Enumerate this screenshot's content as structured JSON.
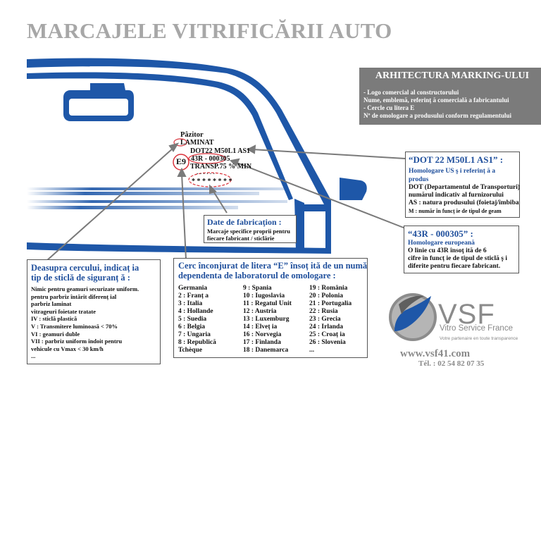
{
  "title": "MARCAJELE VITRIFICĂRII AUTO",
  "stamp": {
    "brand": "Pâzitor",
    "type": "LAMINAT",
    "dot_line": "DOT22 M50L1 AS1",
    "e_mark": "E9",
    "homolog": "43R - 000305",
    "transp": "TRANSP.75 % MIN",
    "dots_line": "· · · · · ·",
    "stars": "* * * * * * * *"
  },
  "architecture": {
    "title": "ARHITECTURA MARKING-ULUI",
    "items": [
      "- Logo comercial al constructorului",
      "Nume, emblemă, referinț ă comercială a fabricantului",
      "- Cercle cu litera E",
      "Nº de omologare a produsului conform regulamentului"
    ]
  },
  "dot_box": {
    "heading": "“DOT 22 M50L1 AS1” :",
    "sub1": "Homologare US ş i referinț ă a",
    "sub2": "produs",
    "lines": [
      "DOT (Departamentul de Transporturi) +",
      "numărul indicativ al furnizorului",
      "AS : natura produsului (foietaj/îmbibat)",
      "M : număr în funcț ie de tipul de geam"
    ]
  },
  "homolog_box": {
    "heading": "“43R - 000305” :",
    "sub": "Homologare europeană",
    "lines": [
      "O linie cu 43R însoţ ită de 6",
      "cifre în funcț ie de tipul de sticlă ş i",
      "diferite pentru fiecare fabricant."
    ]
  },
  "date_box": {
    "heading": "Date de fabricaţion :",
    "lines": [
      "Marcaje specifice proprii pentru",
      "fiecare fabricant / sticlărie"
    ]
  },
  "above_box": {
    "heading1": "Deasupra cercului, indicaț ia",
    "heading2": "tip de sticlă de siguranț ă :",
    "lines": [
      "Nimic pentru geamuri securizate uniform.",
      "pentru parbriz întărit diferenț ial",
      "parbriz laminat",
      "vitrageuri foietate tratate",
      "IV : sticlă plastică",
      "V : Transmitere luminoasă < 70%",
      "VI : geamuri duble",
      "VII : parbriz uniform îndoit pentru",
      "vehicule cu Vmax < 30 km/h",
      "..."
    ]
  },
  "circle_box": {
    "heading1": "Cerc înconjurat de litera “E” însoț ită de un număr",
    "heading2": "dependenta de laboratorul de omologare :",
    "columns": [
      [
        "Germania",
        "2 : Franț a",
        "3 : Italia",
        "4 : Hollande",
        "5 : Suedia",
        "6 : Belgia",
        "7 : Ungaria",
        "8 : Republică",
        "Tchèque"
      ],
      [
        "9 : Spania",
        "10 : Iugoslavia",
        "11 : Regatul Unit",
        "12 : Austria",
        "13 : Luxemburg",
        "14 : Elveț ia",
        "16 : Norvegia",
        "17 : Finlanda",
        "18 : Danemarca"
      ],
      [
        "19 : România",
        "20 : Polonia",
        "21 : Portugalia",
        "22 : Rusia",
        "23 : Grecia",
        "24 : Irlanda",
        "25 : Croaț ia",
        "26 : Slovenia",
        "..."
      ]
    ]
  },
  "vsf": {
    "name": "VSF",
    "subtitle": "Vitro Service France",
    "tagline": "Votre partenaire en toute transparence",
    "url": "www.vsf41.com",
    "tel": "Tél. : 02 54 82 07 35"
  },
  "colors": {
    "car_blue": "#1e57a8",
    "heading_blue": "#1f4f9c",
    "mark_red": "#d9313a",
    "arch_bg": "#7b7b7b",
    "title_gray": "#a7a7a7"
  }
}
